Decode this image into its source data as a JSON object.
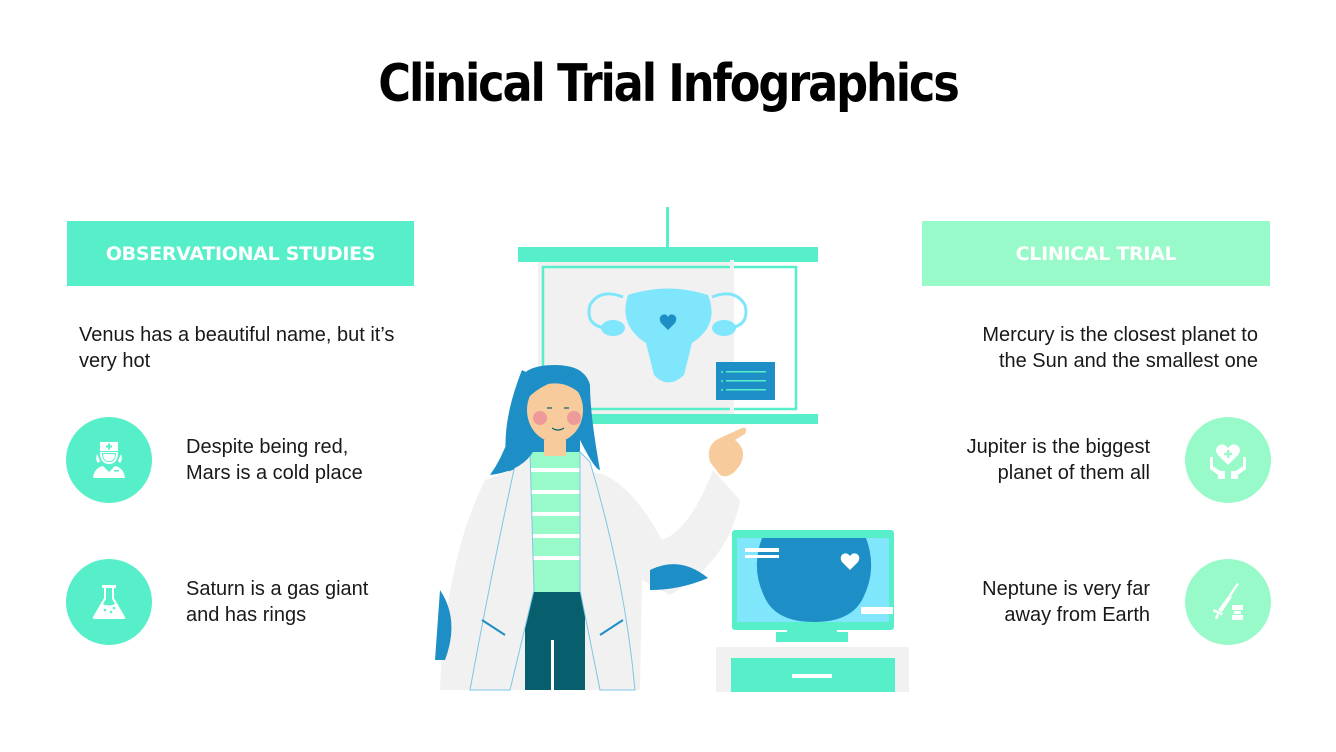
{
  "title": "Clinical Trial Infographics",
  "left": {
    "header": "OBSERVATIONAL STUDIES",
    "intro": "Venus has a beautiful name, but it’s very hot",
    "items": [
      {
        "icon": "nurse-icon",
        "text_line1": "Despite being red,",
        "text_line2": "Mars is a cold place"
      },
      {
        "icon": "flask-icon",
        "text_line1": "Saturn is a gas giant",
        "text_line2": "and has rings"
      }
    ]
  },
  "right": {
    "header": "CLINICAL TRIAL",
    "intro_line1": "Mercury is the closest planet to",
    "intro_line2": "the Sun and the smallest one",
    "items": [
      {
        "icon": "heart-hands-icon",
        "text_line1": "Jupiter is the biggest",
        "text_line2": "planet of them all"
      },
      {
        "icon": "syringe-vial-icon",
        "text_line1": "Neptune is very far",
        "text_line2": "away from Earth"
      }
    ]
  },
  "colors": {
    "accent_left": "#56efc9",
    "accent_right": "#98fac8",
    "dark_blue": "#1e8fc6",
    "light_blue": "#7fe6fb",
    "teal_dark": "#075f6e"
  }
}
